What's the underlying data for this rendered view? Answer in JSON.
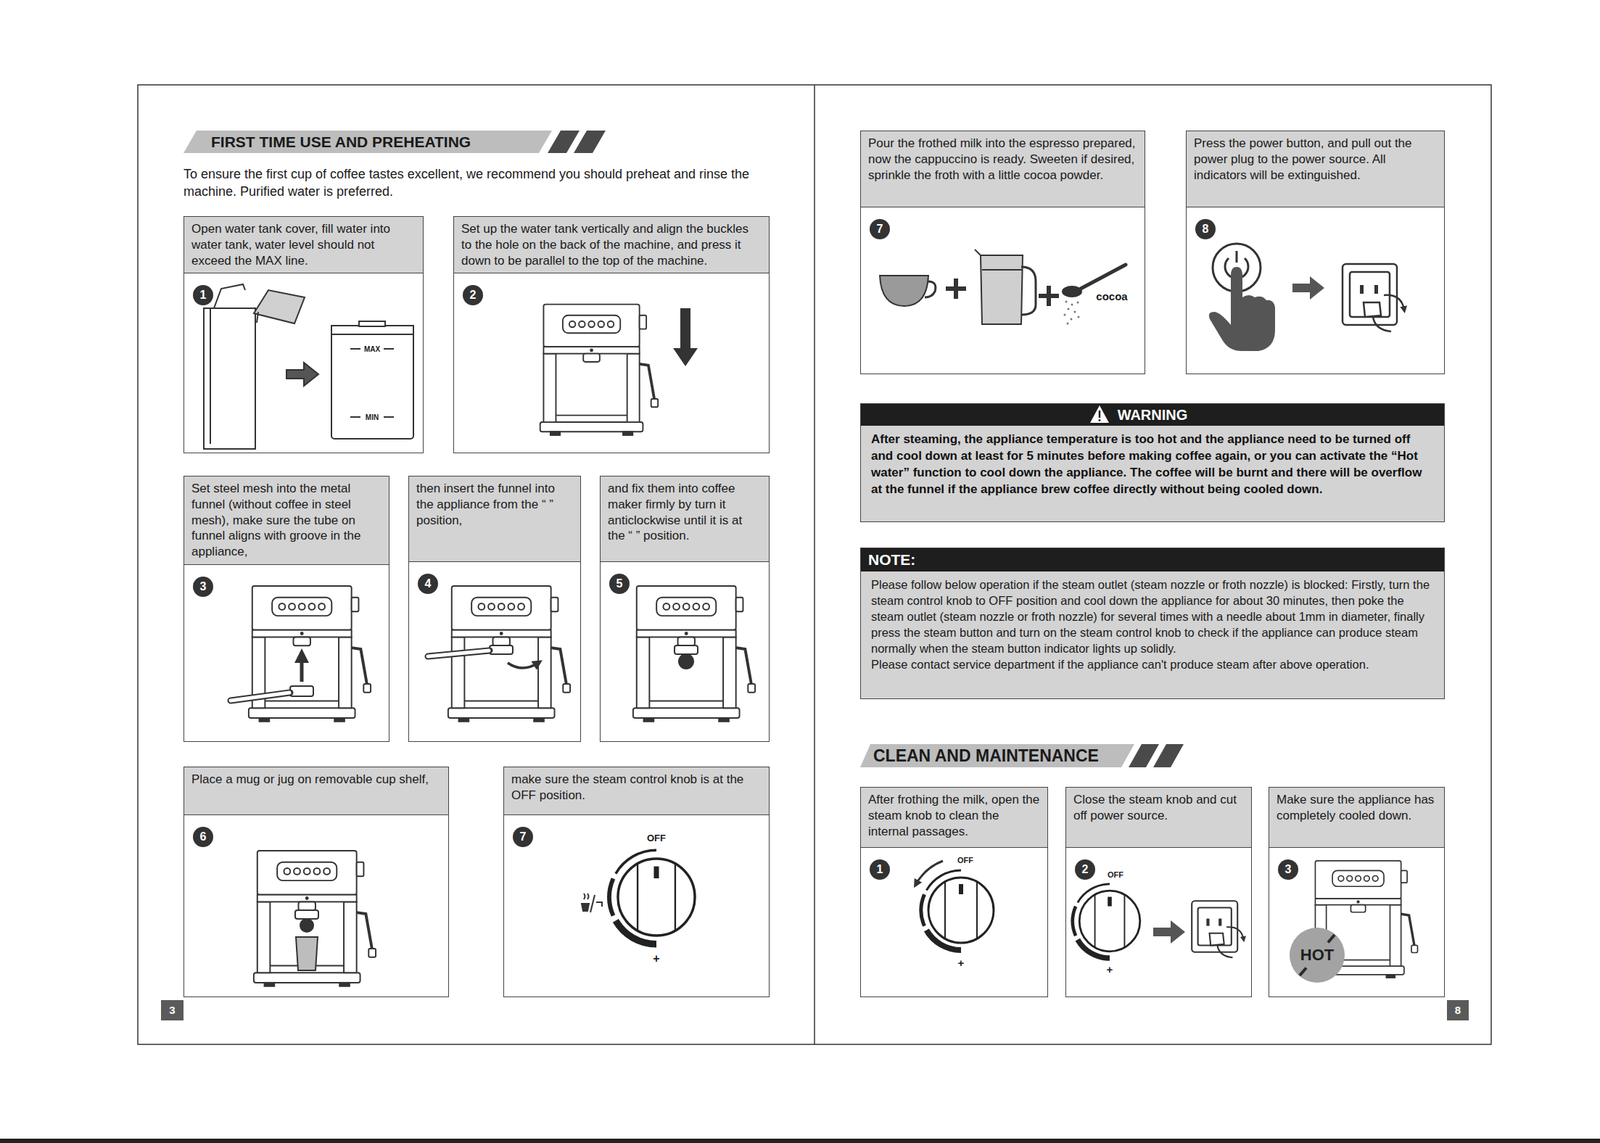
{
  "diagram": {
    "nodes": [
      {
        "text": [
          "FIRST TIME USE AND PREHEATING"
        ]
      },
      {
        "text": [
          "Open water tank cover, fill water into water tank, water level should not exceed the MAX line."
        ]
      },
      {
        "text": [
          "1"
        ],
        "in": 1
      },
      {
        "text": [
          "Set up the water tank vertically and align the buckles to the hole on the back of the machine, and press it down to be parallel to the top of the machine."
        ]
      },
      {
        "text": [
          "2"
        ],
        "in": 3
      },
      {
        "text": [
          "Set steel mesh into the metal funnel (without coffee in steel mesh), make sure the tube on funnel aligns with groove in the appliance,"
        ]
      },
      {
        "text": [
          "3"
        ],
        "in": 5
      },
      {
        "text": [
          "then insert the funnel into the appliance from the “ ” position,"
        ]
      },
      {
        "text": [
          "4"
        ],
        "in": 7
      },
      {
        "text": [
          "and fix them into coffee maker firmly by turn it anticlockwise until it is at the “ ” position."
        ]
      },
      {
        "text": [
          "5"
        ],
        "in": 9
      },
      {
        "text": [
          "Place a mug or jug on removable cup shelf,"
        ]
      },
      {
        "text": [
          "6"
        ],
        "in": 11
      },
      {
        "text": [
          "make sure the steam control knob is at the OFF position."
        ]
      },
      {
        "text": [
          "7"
        ],
        "in": 13
      },
      {
        "text": [
          "3"
        ]
      },
      {
        "text": [
          "Pour the frothed milk into the espresso prepared, now the cappuccino is ready. Sweeten if desired, sprinkle the froth with a little cocoa powder."
        ]
      },
      {
        "text": [
          "7"
        ],
        "in": 16
      },
      {
        "text": [
          "Press the power button, and pull out the power plug to the power source. All indicators will be extinguished."
        ]
      },
      {
        "text": [
          "8"
        ],
        "in": 18
      },
      {
        "text": [
          "WARNING",
          "After steaming, the appliance temperature is too hot and the appliance need to be turned off and cool down at least for 5 minutes before making coffee again, or you can activate the “Hot water” function to cool down the appliance. The coffee will be burnt and there will be overflow at the funnel if the appliance brew coffee directly without being cooled down."
        ]
      },
      {
        "text": [
          "NOTE:",
          "Please follow below operation if the steam outlet (steam nozzle or froth nozzle) is blocked: Firstly, turn the steam control knob to OFF position and cool down the appliance for about 30 minutes, then poke the steam outlet (steam nozzle or froth nozzle) for several times with a needle about 1mm in diameter, finally press the steam button and turn on the steam control knob to check if the appliance can produce steam normally when the steam button indicator lights up solidly.",
          "Please contact service department if the appliance can't produce steam after above operation."
        ]
      },
      {
        "text": [
          "CLEAN AND MAINTENANCE"
        ]
      },
      {
        "text": [
          "After frothing the milk, open the steam knob to clean the internal passages."
        ]
      },
      {
        "text": [
          "1"
        ],
        "in": 23
      },
      {
        "text": [
          "Close the steam knob and cut off power source."
        ]
      },
      {
        "text": [
          "2"
        ],
        "in": 25
      },
      {
        "text": [
          "Make sure the appliance has completely cooled down."
        ]
      },
      {
        "text": [
          "3"
        ],
        "in": 27
      },
      {
        "text": [
          "HOT"
        ],
        "in": 27
      },
      {
        "text": [
          "8"
        ]
      }
    ],
    "labels": [
      "To ensure the first cup of coffee tastes excellent, we recommend you should preheat and rinse the machine. Purified water is preferred.",
      "MAX",
      "MIN",
      "OFF",
      "+",
      "cocoa",
      "OFF",
      "+",
      "OFF",
      "+"
    ]
  }
}
